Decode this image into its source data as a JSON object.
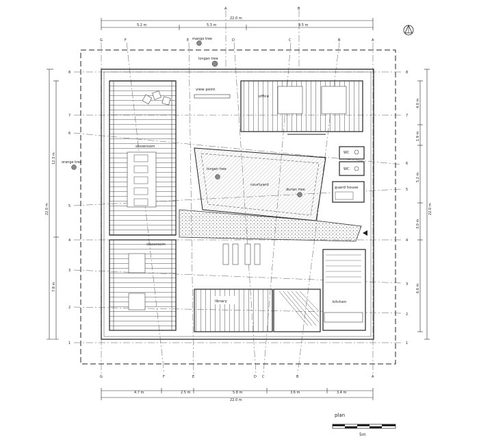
{
  "dimensions": {
    "top_total": "22.0 m",
    "top_segments": [
      "5.2 m",
      "5.3 m",
      "9.5 m"
    ],
    "bottom_total": "22.0 m",
    "bottom_segments": [
      "4.7 m",
      "2.5 m",
      "5.8 m",
      "3.6 m",
      "3.4 m"
    ],
    "left_total": "22.0 m",
    "left_segments": [
      "12.3 m",
      "7.8 m"
    ],
    "right_total": "22.0 m",
    "right_segments": [
      "4.0 m",
      "1.9 m",
      "5.2 m",
      "3.0 m",
      "6.6 m"
    ]
  },
  "axes": {
    "columns": [
      "G",
      "F",
      "E",
      "D",
      "C",
      "B",
      "A"
    ],
    "rows": [
      "8",
      "7",
      "6",
      "5",
      "4",
      "3",
      "2",
      "1"
    ]
  },
  "section_marks": [
    "A",
    "B"
  ],
  "rooms": {
    "showroom": "showroom",
    "classroom": "classroom",
    "office": "office",
    "view_point": "view point",
    "courtyard": "courtyard",
    "wc1": "WC",
    "wc2": "WC",
    "guard_house": "guard house",
    "library": "library",
    "kitchen": "kitchen"
  },
  "trees": {
    "mango": "mango tree",
    "longan_top": "longan tree",
    "orange": "orange tree",
    "longan_court": "longan tree",
    "durian": "durian tree"
  },
  "title": "plan",
  "scale_label": "5m",
  "colors": {
    "line": "#222222",
    "hatch": "#888888",
    "grid": "#555555"
  }
}
